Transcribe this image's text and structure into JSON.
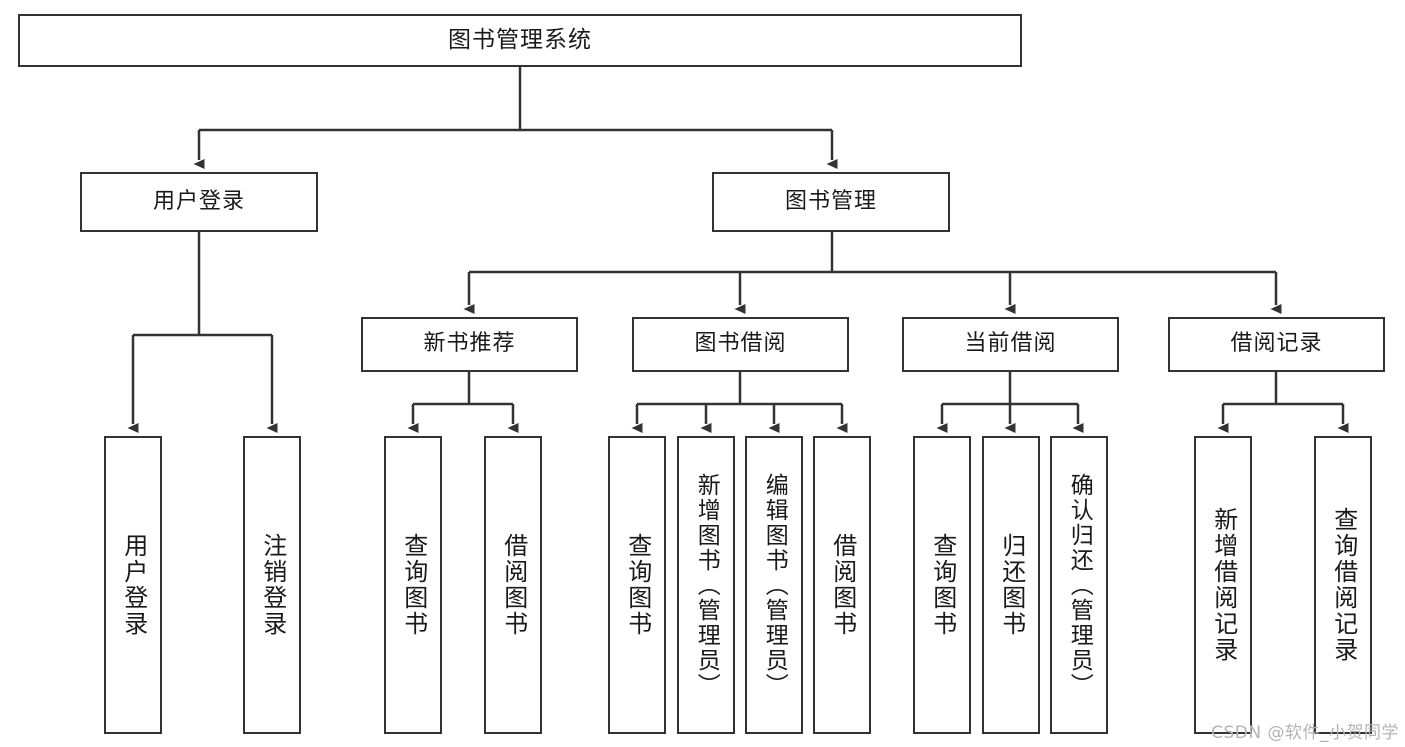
{
  "diagram": {
    "title": "图书管理系统",
    "type": "tree-hierarchy-chart",
    "background_color": "#ffffff",
    "line_color": "#333333",
    "box_border_color": "#333333",
    "box_fill_color": "#ffffff",
    "text_color": "#1a1a1a"
  },
  "nodes": {
    "root": {
      "label": "图书管理系统"
    },
    "level2": [
      {
        "label": "用户登录"
      },
      {
        "label": "图书管理"
      }
    ],
    "level3": [
      {
        "label": "新书推荐"
      },
      {
        "label": "图书借阅"
      },
      {
        "label": "当前借阅"
      },
      {
        "label": "借阅记录"
      }
    ],
    "leaves": {
      "user_login": [
        {
          "label": "用户登录"
        },
        {
          "label": "注销登录"
        }
      ],
      "new_book_recommend": [
        {
          "label": "查询图书"
        },
        {
          "label": "借阅图书"
        }
      ],
      "book_borrow": [
        {
          "label": "查询图书"
        },
        {
          "label": "新增图书（管理员）"
        },
        {
          "label": "编辑图书（管理员）"
        },
        {
          "label": "借阅图书"
        }
      ],
      "current_borrow": [
        {
          "label": "查询图书"
        },
        {
          "label": "归还图书"
        },
        {
          "label": "确认归还（管理员）"
        }
      ],
      "borrow_record": [
        {
          "label": "新增借阅记录"
        },
        {
          "label": "查询借阅记录"
        }
      ]
    }
  },
  "watermark": {
    "text": "CSDN @软件_小贺同学"
  }
}
